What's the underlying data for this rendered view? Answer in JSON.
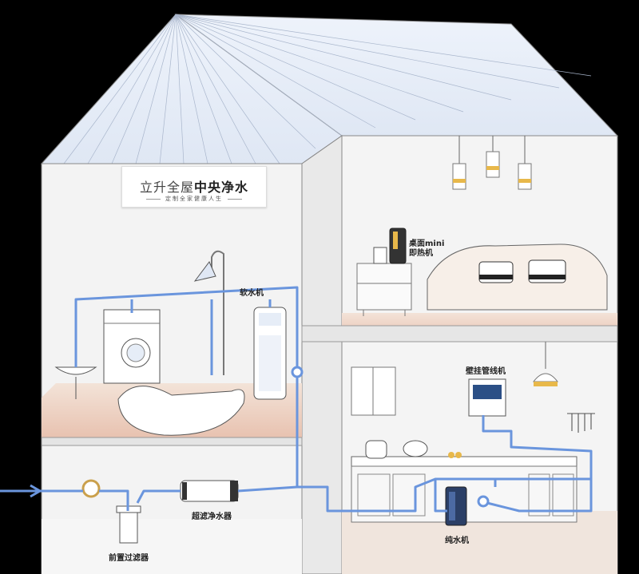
{
  "sign": {
    "title_light": "立升全屋",
    "title_bold": "中央净水",
    "subtitle": "定制全家健康人生"
  },
  "labels": {
    "softener": "软水机",
    "desktop_heater_line1": "桌面mini",
    "desktop_heater_line2": "即热机",
    "wall_dispenser": "壁挂管线机",
    "ultrafilter": "超滤净水器",
    "prefilter": "前置过滤器",
    "pure_water": "纯水机"
  },
  "colors": {
    "pipe": "#6a95dd",
    "wall": "#f2f2f2",
    "roof": "#e4ebf6",
    "floor_wood": "#e7c9b7",
    "lamp_accent": "#e8b84a"
  }
}
